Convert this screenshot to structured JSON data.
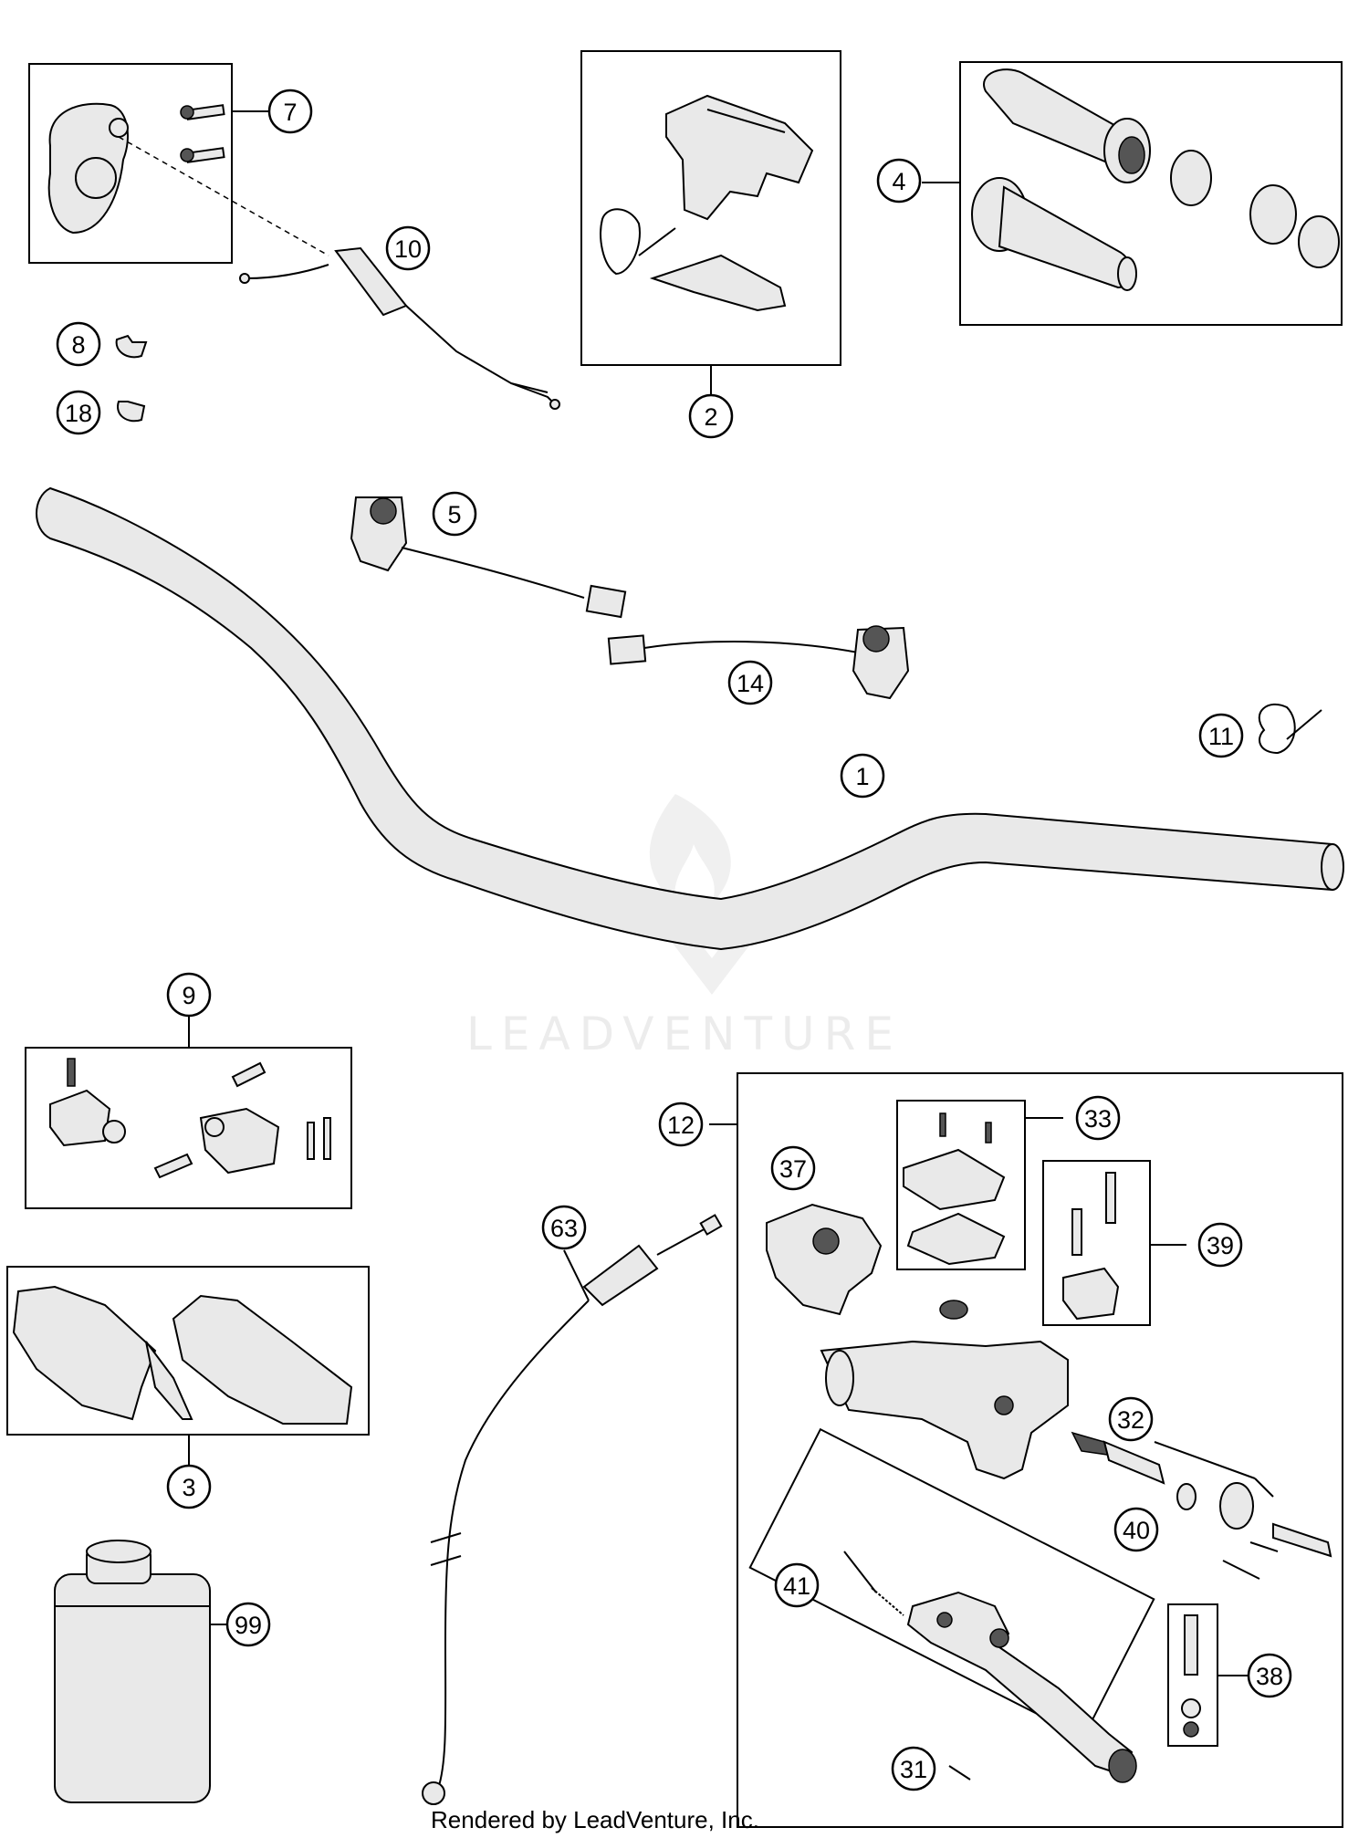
{
  "diagram": {
    "watermark": "LEADVENTURE",
    "footer": "Rendered by LeadVenture, Inc.",
    "callouts": {
      "c1": "1",
      "c2": "2",
      "c3": "3",
      "c4": "4",
      "c5": "5",
      "c7": "7",
      "c8": "8",
      "c9": "9",
      "c10": "10",
      "c11": "11",
      "c12": "12",
      "c14": "14",
      "c18": "18",
      "c31": "31",
      "c32": "32",
      "c33": "33",
      "c37": "37",
      "c38": "38",
      "c39": "39",
      "c40": "40",
      "c41": "41",
      "c63": "63",
      "c99": "99"
    }
  }
}
